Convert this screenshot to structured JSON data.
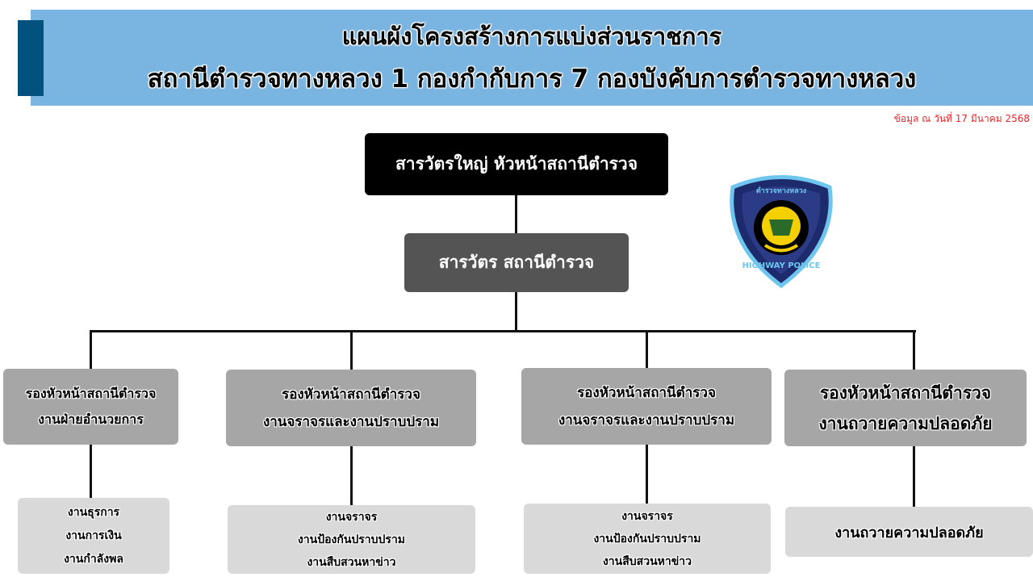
{
  "header": {
    "title_line1": "แผนผังโครงสร้างการแบ่งส่วนราชการ",
    "title_line2": "สถานีตำรวจทางหลวง 1 กองกำกับการ 7 กองบังคับการตำรวจทางหลวง",
    "date_note": "ข้อมูล ณ วันที่ 17 มีนาคม 2568"
  },
  "logo": {
    "top_text": "ตำรวจทางหลวง",
    "bottom_text": "HIGHWAY POLICE"
  },
  "chief": {
    "label": "สารวัตรใหญ่ หัวหน้าสถานีตำรวจ"
  },
  "inspector": {
    "label": "สารวัตร สถานีตำรวจ"
  },
  "deputies": [
    {
      "line1": "รองหัวหน้าสถานีตำรวจ",
      "line2": "งานฝ่ายอำนวยการ",
      "units": [
        "งานธุรการ",
        "งานการเงิน",
        "งานกำลังพล"
      ]
    },
    {
      "line1": "รองหัวหน้าสถานีตำรวจ",
      "line2": "งานจราจรและงานปราบปราม",
      "units": [
        "งานจราจร",
        "งานป้องกันปราบปราม",
        "งานสืบสวนหาข่าว"
      ]
    },
    {
      "line1": "รองหัวหน้าสถานีตำรวจ",
      "line2": "งานจราจรและงานปราบปราม",
      "units": [
        "งานจราจร",
        "งานป้องกันปราบปราม",
        "งานสืบสวนหาข่าว"
      ]
    },
    {
      "line1": "รองหัวหน้าสถานีตำรวจ",
      "line2": "งานถวายความปลอดภัย",
      "units": [
        "งานถวายความปลอดภัย"
      ]
    }
  ],
  "colors": {
    "header_bg": "#7ab4e0",
    "accent": "#02517f",
    "date": "#e8262a",
    "chief": "#000000",
    "inspector": "#545454",
    "deputy": "#a6a6a6",
    "unit": "#d9d9d9"
  }
}
